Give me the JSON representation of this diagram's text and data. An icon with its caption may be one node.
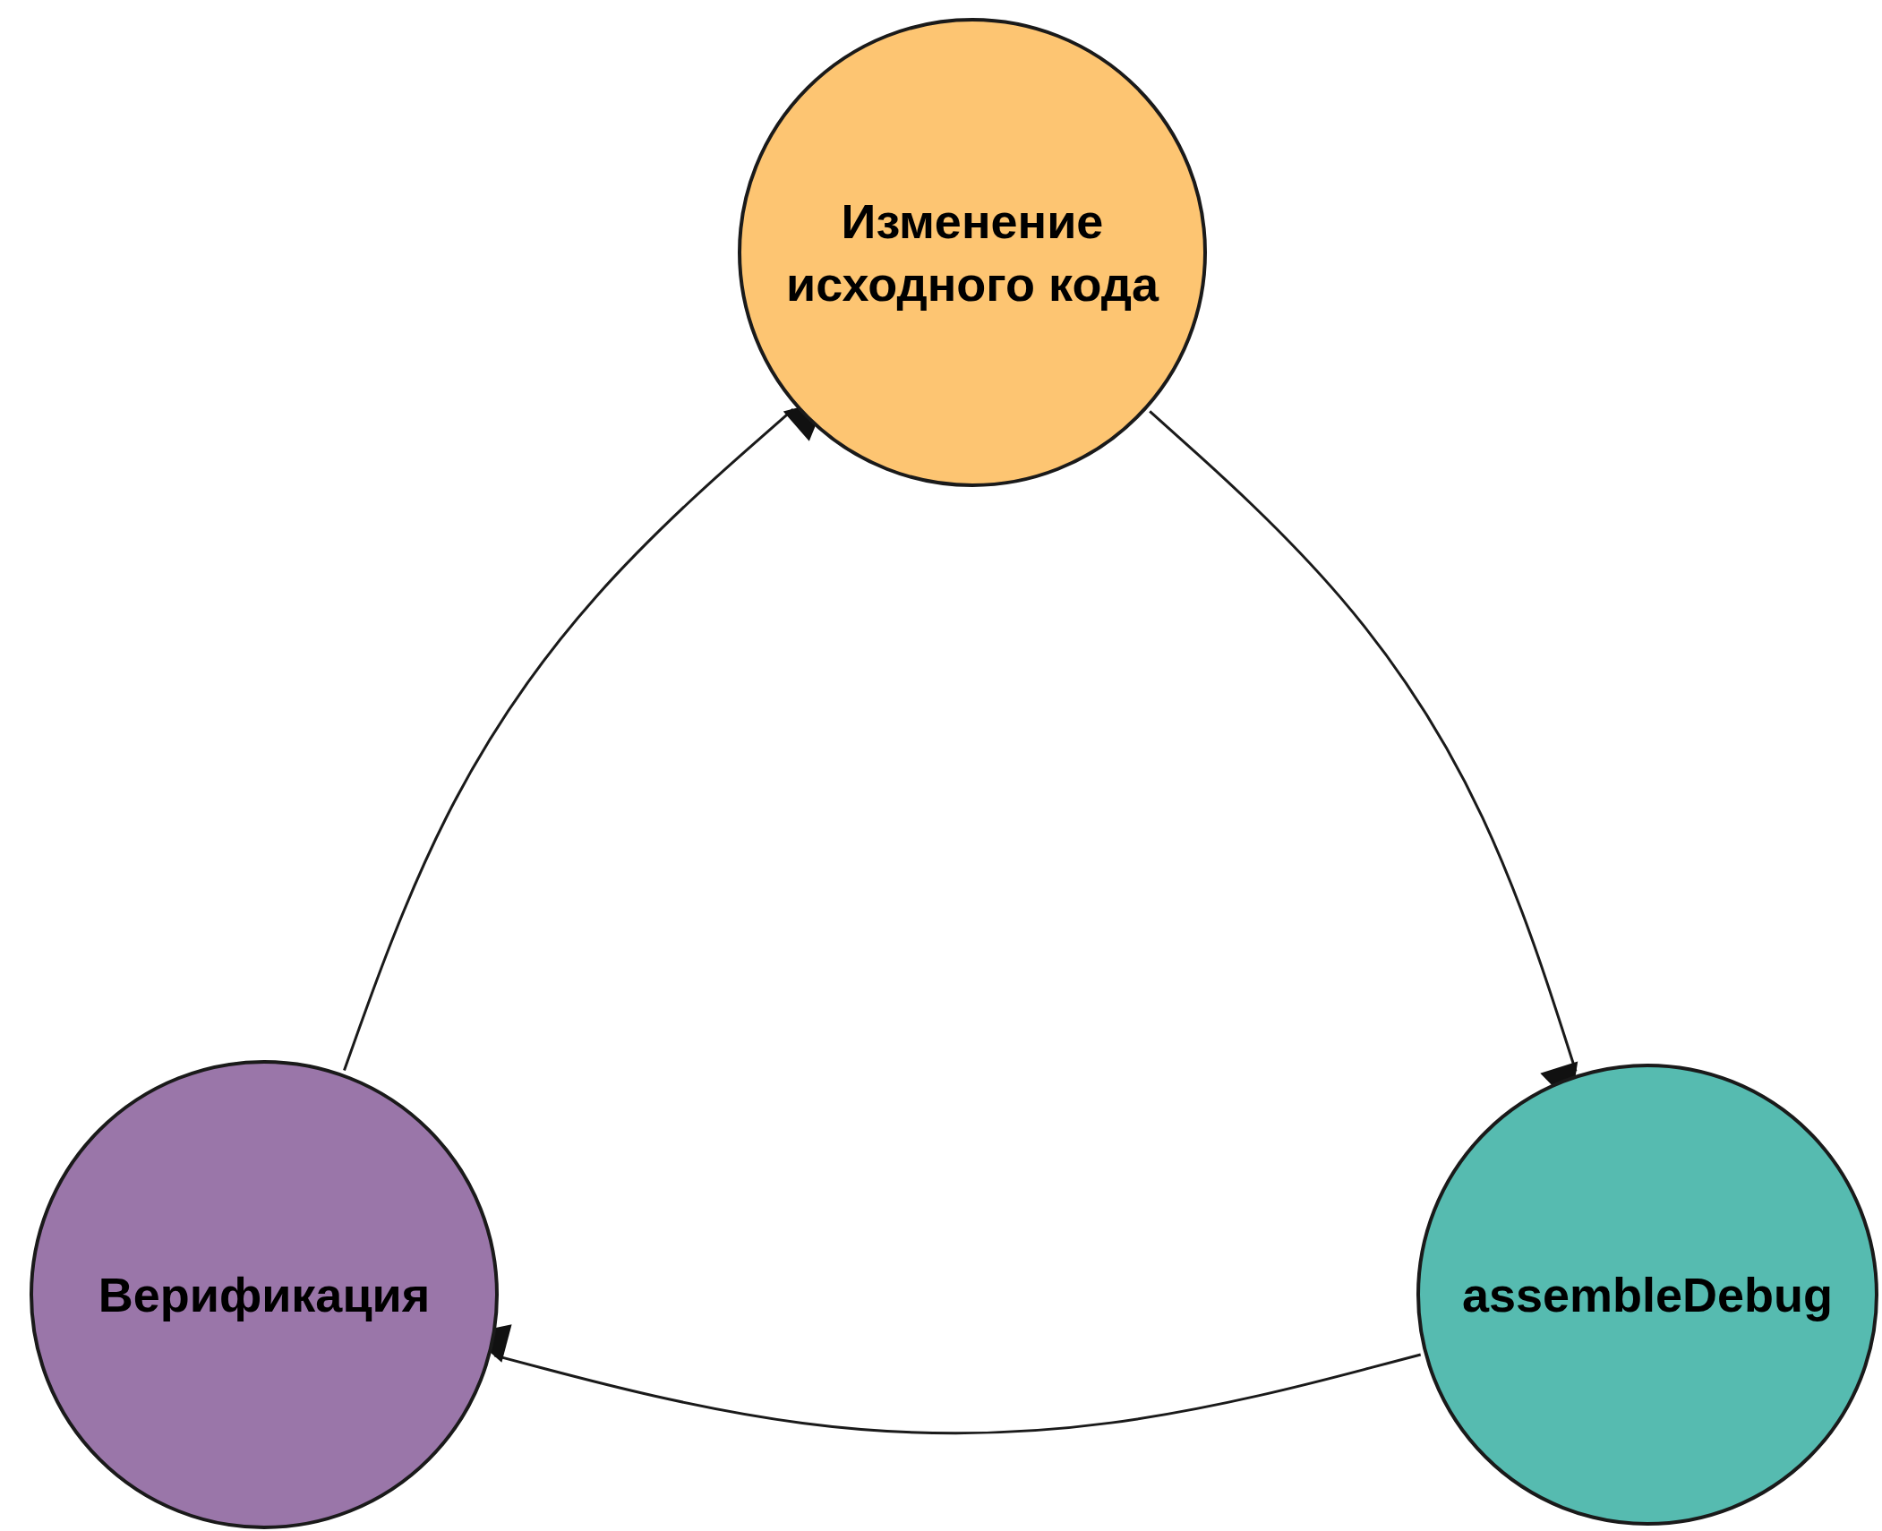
{
  "diagram": {
    "nodes": [
      {
        "text": [
          "Изменение исходного кода"
        ]
      },
      {
        "text": [
          "Верификация"
        ]
      },
      {
        "text": [
          "assembleDebug"
        ]
      }
    ],
    "edges": [
      {
        "from": 0,
        "to": 2,
        "arrow": "to"
      },
      {
        "from": 2,
        "to": 1,
        "arrow": "to"
      },
      {
        "from": 1,
        "to": 0,
        "arrow": "to"
      }
    ]
  }
}
